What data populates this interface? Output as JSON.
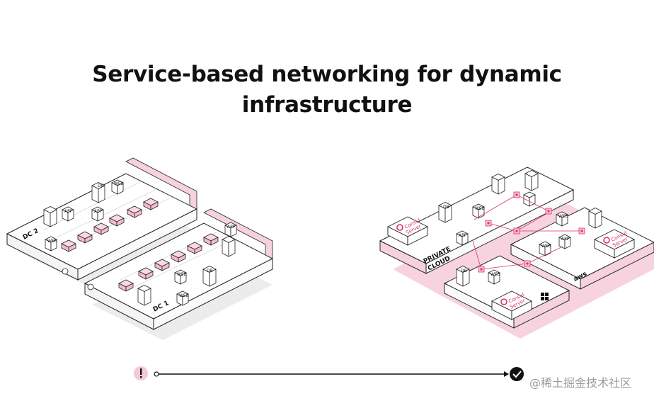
{
  "heading": {
    "line1": "Service-based networking for dynamic",
    "line2": "infrastructure"
  },
  "left_diagram": {
    "dc2_label": "DC 2",
    "dc1_label": "DC 1",
    "node_labels": {
      "db": "DB",
      "app": "APP",
      "web": "WEB"
    }
  },
  "right_diagram": {
    "consul_label_1": "Consul",
    "consul_label_2": "Server",
    "private_cloud_1": "PRIVATE",
    "private_cloud_2": "CLOUD",
    "aws_label": "aws",
    "node_labels": {
      "db": "DB",
      "app": "APP",
      "web": "WEB"
    }
  },
  "timeline": {
    "start_icon": "exclamation-icon",
    "end_icon": "check-icon",
    "accent": "#f3c9d6",
    "line_color": "#111111"
  },
  "watermark": "@稀土掘金技术社区",
  "colors": {
    "accent_pink": "#e0306a",
    "light_pink": "#f7d3df",
    "ink": "#111111"
  }
}
